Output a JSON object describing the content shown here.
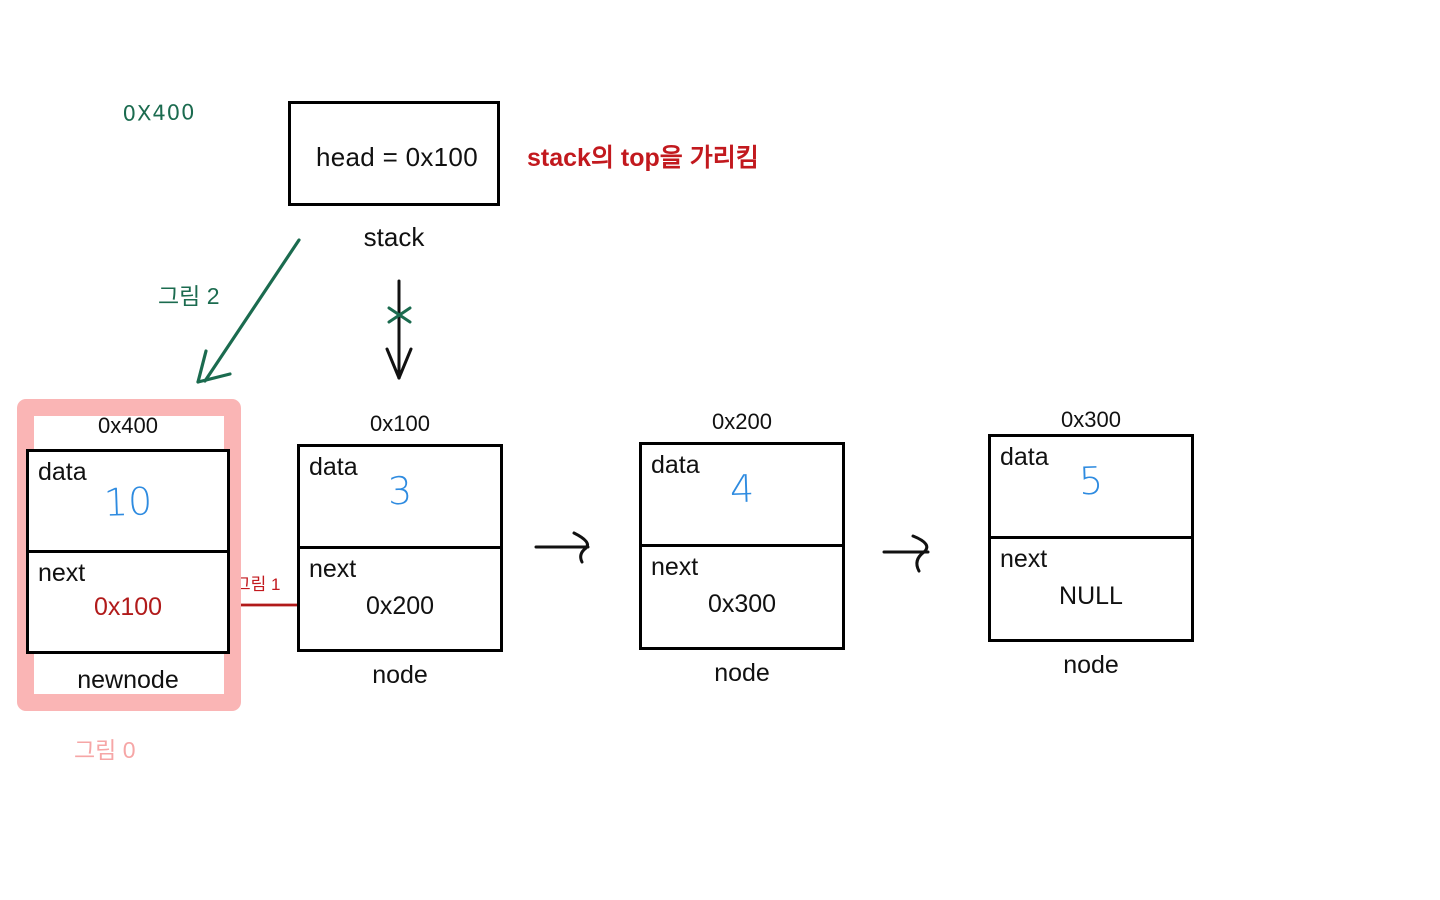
{
  "diagram": {
    "title": "Linked list stack push diagram",
    "colors": {
      "handwriting_blue": "#2e8be0",
      "green_annotation": "#1b6b4f",
      "red_annotation": "#c2191e",
      "dark_red": "#b11a1a",
      "pink_highlight": "#fab5b5",
      "pink_label": "#f6a6a6",
      "stroke_black": "#000000"
    }
  },
  "stack": {
    "head_prefix": "head = ",
    "head_old_value": "0x100",
    "head_new_value": "0X400",
    "label": "stack",
    "note": "stack의 top을 가리킴"
  },
  "annotations": {
    "grim0": "그림 0",
    "grim1": "그림 1",
    "grim2": "그림 2"
  },
  "nodes": [
    {
      "address": "0x400",
      "data_key": "data",
      "data_value": "10",
      "data_handwritten": true,
      "next_key": "next",
      "next_value": "0x100",
      "next_is_red": true,
      "name": "newnode",
      "highlighted": true
    },
    {
      "address": "0x100",
      "data_key": "data",
      "data_value": "3",
      "data_handwritten": true,
      "next_key": "next",
      "next_value": "0x200",
      "next_is_red": false,
      "name": "node",
      "highlighted": false
    },
    {
      "address": "0x200",
      "data_key": "data",
      "data_value": "4",
      "data_handwritten": true,
      "next_key": "next",
      "next_value": "0x300",
      "next_is_red": false,
      "name": "node",
      "highlighted": false
    },
    {
      "address": "0x300",
      "data_key": "data",
      "data_value": "5",
      "data_handwritten": true,
      "next_key": "next",
      "next_value": "NULL",
      "next_is_red": false,
      "name": "node",
      "highlighted": false
    }
  ]
}
